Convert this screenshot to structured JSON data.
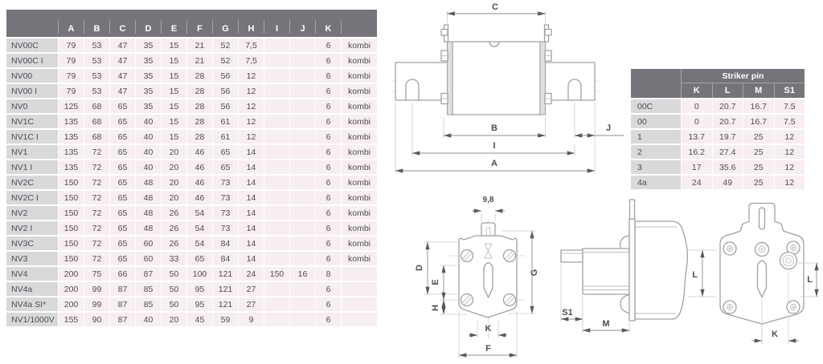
{
  "dim_table": {
    "columns": [
      "A",
      "B",
      "C",
      "D",
      "E",
      "F",
      "G",
      "H",
      "I",
      "J",
      "K",
      ""
    ],
    "rows": [
      {
        "label": "NV00C",
        "values": [
          "79",
          "53",
          "47",
          "35",
          "15",
          "21",
          "52",
          "7,5",
          "",
          "",
          "6",
          "kombi"
        ]
      },
      {
        "label": "NV00C I",
        "values": [
          "79",
          "53",
          "47",
          "35",
          "15",
          "21",
          "52",
          "7,5",
          "",
          "",
          "6",
          "kombi"
        ]
      },
      {
        "label": "NV00",
        "values": [
          "79",
          "53",
          "47",
          "35",
          "15",
          "28",
          "56",
          "12",
          "",
          "",
          "6",
          "kombi"
        ]
      },
      {
        "label": "NV00 I",
        "values": [
          "79",
          "53",
          "47",
          "35",
          "15",
          "28",
          "56",
          "12",
          "",
          "",
          "6",
          "kombi"
        ]
      },
      {
        "label": "NV0",
        "values": [
          "125",
          "68",
          "65",
          "35",
          "15",
          "28",
          "56",
          "12",
          "",
          "",
          "6",
          "kombi"
        ]
      },
      {
        "label": "NV1C",
        "values": [
          "135",
          "68",
          "65",
          "40",
          "15",
          "28",
          "61",
          "12",
          "",
          "",
          "6",
          "kombi"
        ]
      },
      {
        "label": "NV1C I",
        "values": [
          "135",
          "68",
          "65",
          "40",
          "15",
          "28",
          "61",
          "12",
          "",
          "",
          "6",
          "kombi"
        ]
      },
      {
        "label": "NV1",
        "values": [
          "135",
          "72",
          "65",
          "40",
          "20",
          "46",
          "65",
          "14",
          "",
          "",
          "6",
          "kombi"
        ]
      },
      {
        "label": "NV1 I",
        "values": [
          "135",
          "72",
          "65",
          "40",
          "20",
          "46",
          "65",
          "14",
          "",
          "",
          "6",
          "kombi"
        ]
      },
      {
        "label": "NV2C",
        "values": [
          "150",
          "72",
          "65",
          "48",
          "20",
          "46",
          "73",
          "14",
          "",
          "",
          "6",
          "kombi"
        ]
      },
      {
        "label": "NV2C I",
        "values": [
          "150",
          "72",
          "65",
          "48",
          "20",
          "46",
          "73",
          "14",
          "",
          "",
          "6",
          "kombi"
        ]
      },
      {
        "label": "NV2",
        "values": [
          "150",
          "72",
          "65",
          "48",
          "26",
          "54",
          "73",
          "14",
          "",
          "",
          "6",
          "kombi"
        ]
      },
      {
        "label": "NV2 I",
        "values": [
          "150",
          "72",
          "65",
          "48",
          "26",
          "54",
          "73",
          "14",
          "",
          "",
          "6",
          "kombi"
        ]
      },
      {
        "label": "NV3C",
        "values": [
          "150",
          "72",
          "65",
          "60",
          "26",
          "54",
          "84",
          "14",
          "",
          "",
          "6",
          "kombi"
        ]
      },
      {
        "label": "NV3",
        "values": [
          "150",
          "72",
          "65",
          "60",
          "33",
          "65",
          "84",
          "14",
          "",
          "",
          "6",
          "kombi"
        ]
      },
      {
        "label": "NV4",
        "values": [
          "200",
          "75",
          "66",
          "87",
          "50",
          "100",
          "121",
          "24",
          "150",
          "16",
          "8",
          ""
        ]
      },
      {
        "label": "NV4a",
        "values": [
          "200",
          "99",
          "87",
          "85",
          "50",
          "95",
          "121",
          "27",
          "",
          "",
          "6",
          ""
        ]
      },
      {
        "label": "NV4a SI*",
        "values": [
          "200",
          "99",
          "87",
          "85",
          "50",
          "95",
          "121",
          "27",
          "",
          "",
          "6",
          ""
        ]
      },
      {
        "label": "NV1/1000V",
        "values": [
          "155",
          "90",
          "87",
          "40",
          "20",
          "45",
          "59",
          "9",
          "",
          "",
          "6",
          ""
        ]
      }
    ]
  },
  "striker_table": {
    "title": "Striker pin",
    "columns": [
      "K",
      "L",
      "M",
      "S1"
    ],
    "rows": [
      {
        "label": "00C",
        "values": [
          "0",
          "20.7",
          "16.7",
          "7.5"
        ]
      },
      {
        "label": "00",
        "values": [
          "0",
          "20.7",
          "16.7",
          "7.5"
        ]
      },
      {
        "label": "1",
        "values": [
          "13.7",
          "19.7",
          "25",
          "12"
        ]
      },
      {
        "label": "2",
        "values": [
          "16.2",
          "27.4",
          "25",
          "12"
        ]
      },
      {
        "label": "3",
        "values": [
          "17",
          "35.6",
          "25",
          "12"
        ]
      },
      {
        "label": "4a",
        "values": [
          "24",
          "49",
          "25",
          "12"
        ]
      }
    ]
  },
  "drawings": {
    "top_view": {
      "c": "C",
      "b": "B",
      "i": "I",
      "a": "A",
      "j": "J"
    },
    "front_view": {
      "tab_width": "9,8",
      "d": "D",
      "e": "E",
      "h": "H",
      "g": "G",
      "k": "K",
      "f": "F"
    },
    "side_view": {
      "s1": "S1",
      "m": "M",
      "l": "L"
    },
    "rear_view": {
      "l_left": "L",
      "l_right": "L",
      "k": "K"
    }
  },
  "colors": {
    "header_bg": "#76747a",
    "row_label_bg": "#d9d8da",
    "cell_bg": "#f7eef1",
    "header_divider": "#a6a4aa",
    "drawing_line": "#a0a0a0",
    "dimension_text": "#4d4d4d"
  }
}
